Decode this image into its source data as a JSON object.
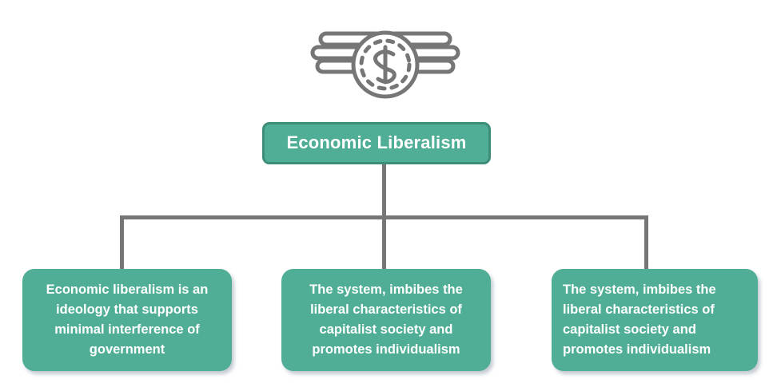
{
  "diagram": {
    "type": "hierarchy",
    "colors": {
      "node_fill": "#4FAE95",
      "node_border": "#3E8D79",
      "node_text": "#FFFFFF",
      "connector": "#767676",
      "icon_stroke": "#767676",
      "background": "#FFFFFF"
    },
    "icon": {
      "name": "winged-dollar-coin-icon",
      "description": "Dollar coin with dashed inner ring flanked by two feathered wings"
    },
    "root": {
      "label": "Economic Liberalism"
    },
    "children": [
      {
        "label": "Economic liberalism is an ideology that supports minimal interference of government",
        "align": "center"
      },
      {
        "label": "The system, imbibes the liberal characteristics of capitalist society and promotes individualism",
        "align": "center"
      },
      {
        "label": "The system, imbibes the liberal characteristics of capitalist society and promotes individualism",
        "align": "left"
      }
    ]
  }
}
